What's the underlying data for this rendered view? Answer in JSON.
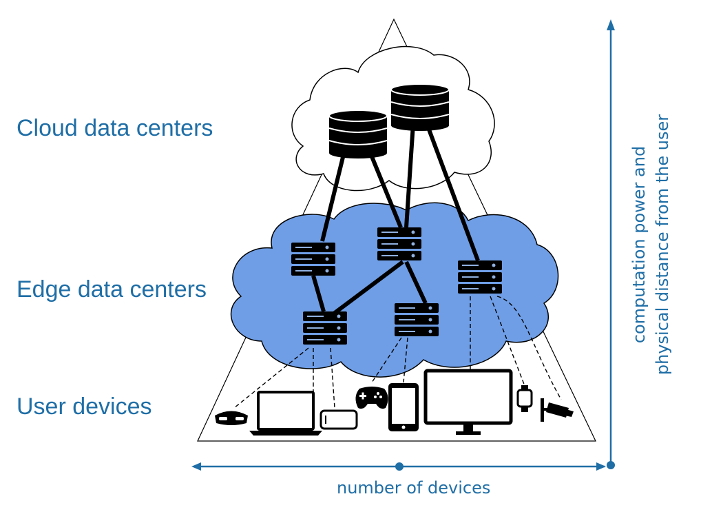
{
  "layers": {
    "cloud_label": "Cloud data centers",
    "edge_label": "Edge data centers",
    "user_label": "User devices"
  },
  "axes": {
    "horizontal_label": "number of devices",
    "vertical_line1": "computation power and",
    "vertical_line2": "physical distance from the user"
  },
  "colors": {
    "accent": "#1f6ea6",
    "edge_cloud_fill": "#6f9ee6",
    "cloud_fill": "#ffffff",
    "equipment": "#000000"
  },
  "devices": [
    "vr-headset",
    "laptop",
    "smartphone",
    "gamepad",
    "tablet",
    "monitor",
    "smartwatch",
    "security-camera"
  ]
}
